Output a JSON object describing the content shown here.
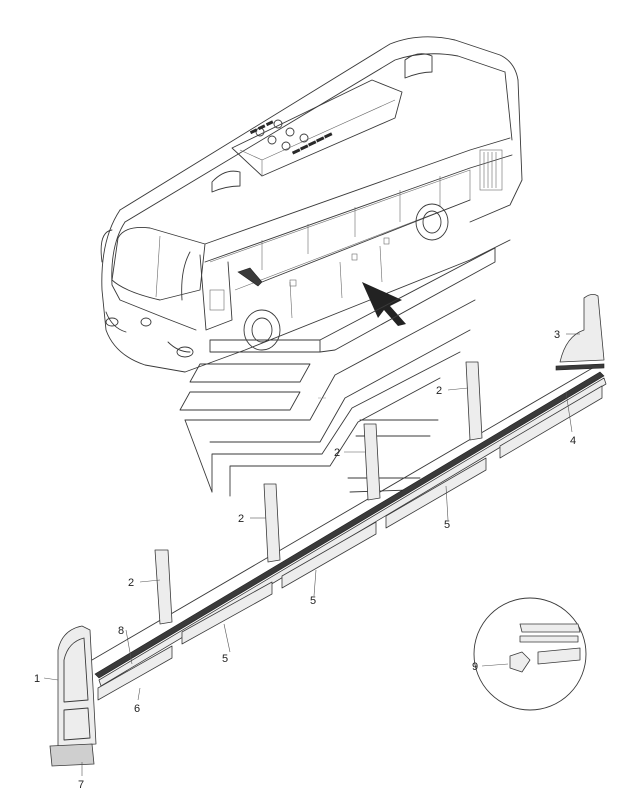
{
  "callouts": {
    "c1": "1",
    "c2a": "2",
    "c2b": "2",
    "c2c": "2",
    "c2d": "2",
    "c3": "3",
    "c4": "4",
    "c5a": "5",
    "c5b": "5",
    "c5c": "5",
    "c6": "6",
    "c7": "7",
    "c8": "8",
    "c9": "9"
  }
}
